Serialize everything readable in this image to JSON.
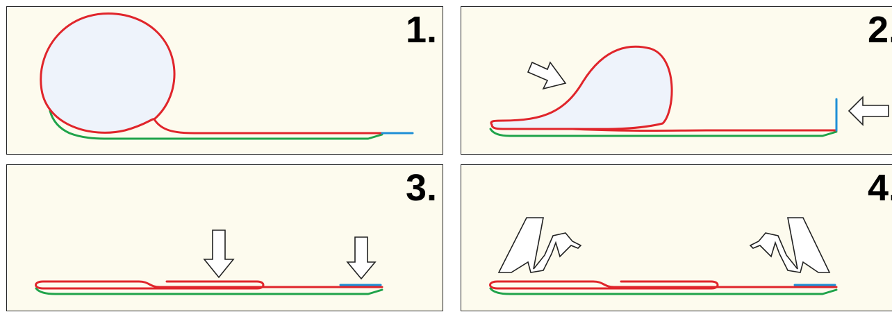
{
  "steps": [
    {
      "number": "1."
    },
    {
      "number": "2."
    },
    {
      "number": "3."
    },
    {
      "number": "4."
    }
  ],
  "colors": {
    "panel_background": "#fdfbee",
    "outer_layer": "#e0252b",
    "inner_layer": "#1fa34a",
    "liner": "#1e8fd6",
    "fill": "#eef3fb"
  },
  "icons": [
    "arrow-right-down-icon",
    "arrow-left-icon",
    "arrow-down-icon",
    "zigzag-fold-icon"
  ]
}
